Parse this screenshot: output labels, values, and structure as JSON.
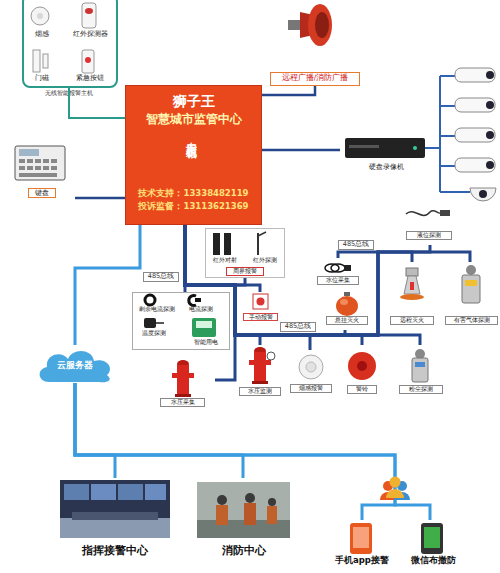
{
  "diagram": {
    "nodes": [
      {
        "text": [
          "烟感",
          "红外探测器",
          "门磁",
          "紧急按钮"
        ]
      },
      {
        "text": [
          "远程广播/消防广播"
        ]
      },
      {
        "text": [
          "狮子王",
          "智慧城市监管中心",
          "专用机箱",
          "技术支持：13338482119",
          "投诉监督：13113621369"
        ]
      },
      {
        "text": [
          "键盘"
        ]
      },
      {
        "text": [
          "硬盘录像机"
        ]
      },
      {
        "text": [
          "红外对射",
          "红外探测",
          "周界报警"
        ]
      },
      {
        "text": [
          "剩余电流探测",
          "电流探测",
          "温度探测",
          "智能用电"
        ]
      },
      {
        "text": [
          "手动报警"
        ]
      },
      {
        "text": [
          "液位探测"
        ]
      },
      {
        "text": [
          "水位采集"
        ]
      },
      {
        "text": [
          "悬挂灭火"
        ]
      },
      {
        "text": [
          "远程灭火"
        ]
      },
      {
        "text": [
          "有害气体探测"
        ]
      },
      {
        "text": [
          "水压采集"
        ]
      },
      {
        "text": [
          "水压监测"
        ]
      },
      {
        "text": [
          "烟感报警"
        ]
      },
      {
        "text": [
          "警铃"
        ]
      },
      {
        "text": [
          "粉尘探测"
        ]
      },
      {
        "text": [
          "云服务器"
        ]
      },
      {
        "text": [
          "指挥接警中心"
        ]
      },
      {
        "text": [
          "消防中心"
        ]
      },
      {
        "text": [
          "手机app接警"
        ]
      },
      {
        "text": [
          "微信布撤防"
        ]
      }
    ],
    "edges": [
      {
        "from": 0,
        "to": 2,
        "arrow": "none"
      },
      {
        "from": 2,
        "to": 1,
        "arrow": "none"
      },
      {
        "from": 2,
        "to": 3,
        "arrow": "none"
      },
      {
        "from": 2,
        "to": 4,
        "arrow": "none"
      },
      {
        "from": 2,
        "to": 5,
        "arrow": "none"
      },
      {
        "from": 2,
        "to": 6,
        "arrow": "none"
      },
      {
        "from": 2,
        "to": 7,
        "arrow": "none"
      },
      {
        "from": 2,
        "to": 8,
        "arrow": "none"
      },
      {
        "from": 2,
        "to": 9,
        "arrow": "none"
      },
      {
        "from": 2,
        "to": 10,
        "arrow": "none"
      },
      {
        "from": 2,
        "to": 11,
        "arrow": "none"
      },
      {
        "from": 2,
        "to": 12,
        "arrow": "none"
      },
      {
        "from": 2,
        "to": 13,
        "arrow": "none"
      },
      {
        "from": 2,
        "to": 14,
        "arrow": "none"
      },
      {
        "from": 2,
        "to": 15,
        "arrow": "none"
      },
      {
        "from": 2,
        "to": 16,
        "arrow": "none"
      },
      {
        "from": 2,
        "to": 17,
        "arrow": "none"
      },
      {
        "from": 2,
        "to": 18,
        "arrow": "none"
      },
      {
        "from": 18,
        "to": 19,
        "arrow": "none"
      },
      {
        "from": 18,
        "to": 20,
        "arrow": "none"
      },
      {
        "from": 18,
        "to": 21,
        "arrow": "none"
      },
      {
        "from": 18,
        "to": 22,
        "arrow": "none"
      }
    ],
    "labels": [
      "无线智能报警主机",
      "485总线",
      "485总线",
      "485总线"
    ]
  }
}
